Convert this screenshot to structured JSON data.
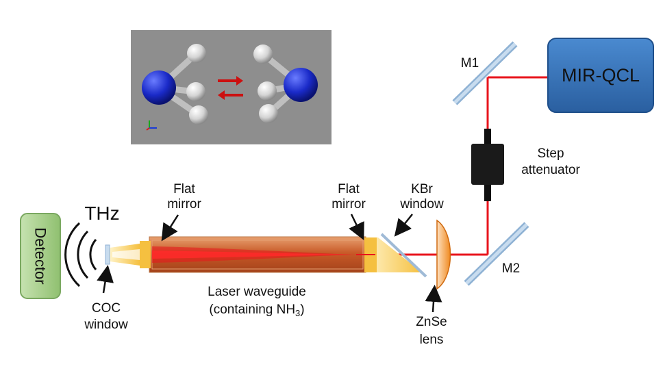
{
  "labels": {
    "mir_qcl": "MIR-QCL",
    "m1": "M1",
    "m2": "M2",
    "step_attenuator_line1": "Step",
    "step_attenuator_line2": "attenuator",
    "flat_mirror_left_line1": "Flat",
    "flat_mirror_left_line2": "mirror",
    "flat_mirror_right_line1": "Flat",
    "flat_mirror_right_line2": "mirror",
    "kbr_window_line1": "KBr",
    "kbr_window_line2": "window",
    "thz": "THz",
    "detector": "Detector",
    "coc_window_line1": "COC",
    "coc_window_line2": "window",
    "waveguide_line1": "Laser waveguide",
    "waveguide_line2_prefix": "(containing NH",
    "waveguide_line2_sub": "3",
    "waveguide_line2_suffix": ")",
    "znse_lens_line1": "ZnSe",
    "znse_lens_line2": "lens"
  },
  "colors": {
    "laser": "#e8141c",
    "qcl_box": "#2e6fb5",
    "detector_box": "#a6d08a",
    "mirror": "#aac8e4",
    "waveguide": "#c8582a",
    "nitrogen": "#1a2ac8",
    "hydrogen": "#d9d9d9",
    "arrow_red": "#cc1010"
  }
}
